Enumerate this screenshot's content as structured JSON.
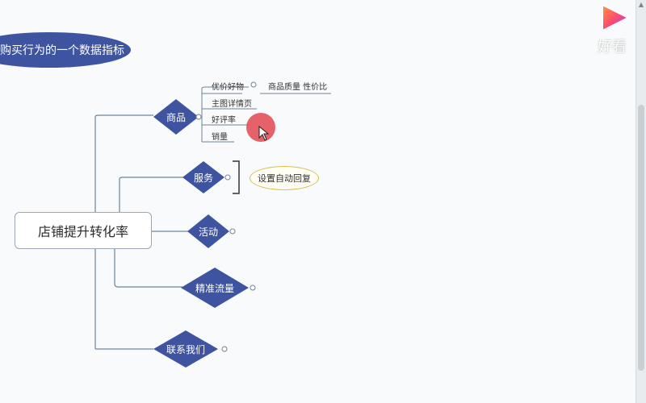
{
  "banner": {
    "text": "购买行为的一个数据指标"
  },
  "central": {
    "label": "店铺提升转化率"
  },
  "branches": {
    "goods": {
      "label": "商品"
    },
    "service": {
      "label": "服务"
    },
    "activity": {
      "label": "活动"
    },
    "traffic": {
      "label": "精准流量"
    },
    "contact": {
      "label": "联系我们"
    }
  },
  "goods_children": {
    "item1": "优价好物",
    "item1_sub": "商品质量 性价比",
    "item2": "主图详情页",
    "item3": "好评率",
    "item4": "销量"
  },
  "service_child": {
    "label": "设置自动回复"
  },
  "watermark": {
    "text": "好看"
  },
  "colors": {
    "node_fill": "#3f54a0",
    "line": "#6f8296",
    "highlight": "#d9434b"
  }
}
